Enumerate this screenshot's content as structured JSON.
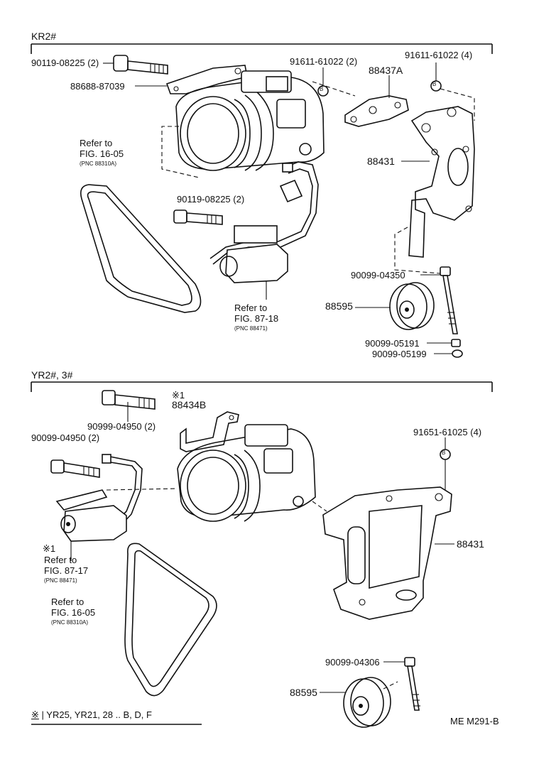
{
  "sections": {
    "top": {
      "header": "KR2#"
    },
    "bottom": {
      "header": "YR2#, 3#"
    }
  },
  "top_labels": {
    "bolt_1": "90119-08225 (2)",
    "bracket_small": "88688-87039",
    "bolt_b_left": "91611-61022 (2)",
    "bolt_b_right": "91611-61022 (4)",
    "bracket_88437a": "88437A",
    "bracket_88431": "88431",
    "bolt_2": "90119-08225 (2)",
    "bolt_long": "90099-04350",
    "pulley": "88595",
    "nut_1": "90099-05191",
    "washer": "90099-05199",
    "b_marker_left": "B",
    "b_marker_right": "B"
  },
  "top_refs": {
    "belt_ref": "Refer to\nFIG. 16-05",
    "belt_pnc": "(PNC 88310A)",
    "hose_ref": "Refer to\nFIG. 87-18",
    "hose_pnc": "(PNC 88471)"
  },
  "bottom_labels": {
    "asterisk_1": "※1",
    "bracket_88434b": "88434B",
    "bolt_1": "90999-04950 (2)",
    "bolt_2": "90099-04950 (2)",
    "bolt_b": "91651-61025 (4)",
    "b_marker": "B",
    "bracket_88431": "88431",
    "bolt_long": "90099-04306",
    "pulley": "88595",
    "asterisk_2": "※1"
  },
  "bottom_refs": {
    "hose_ref": "Refer to\nFIG. 87-17",
    "hose_pnc": "(PNC 88471)",
    "belt_ref": "Refer to\nFIG. 16-05",
    "belt_pnc": "(PNC 88310A)"
  },
  "footnote": {
    "mark": "※",
    "text": "| YR25, YR21, 28 .. B, D, F"
  },
  "figure_code": "ME M291-B"
}
